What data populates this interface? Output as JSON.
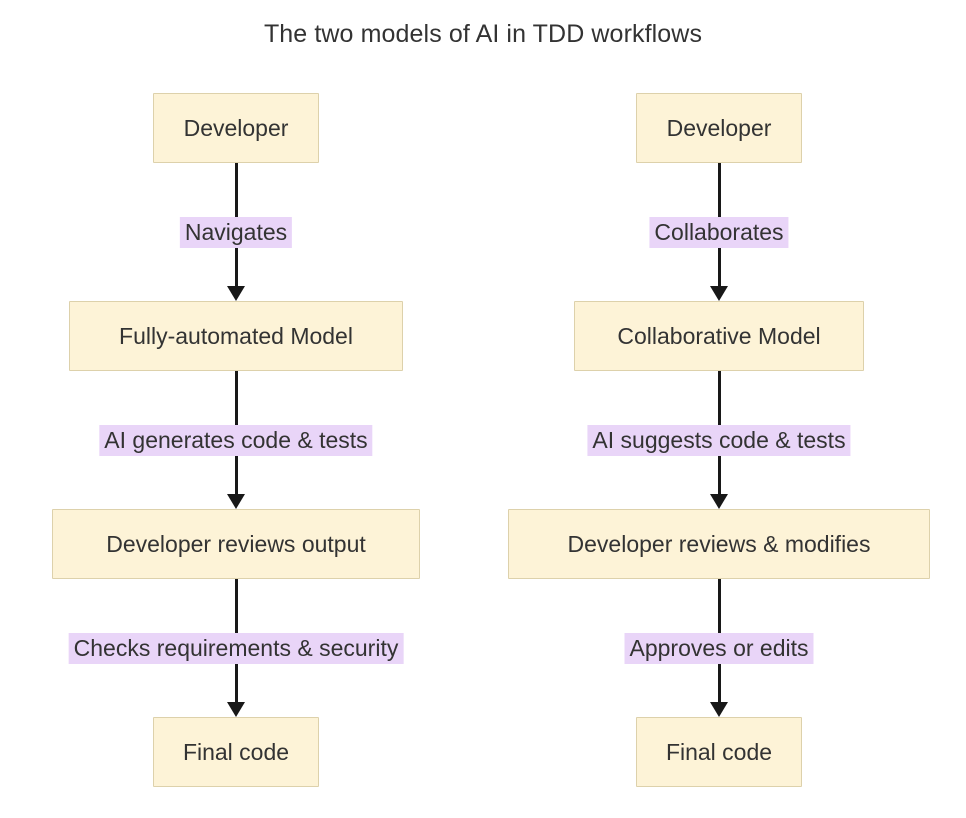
{
  "title": "The two models of AI in TDD workflows",
  "colors": {
    "background": "#ffffff",
    "node_fill": "#fdf3d7",
    "node_border": "#ddd1ab",
    "node_text": "#333333",
    "edge_label_background": "#e9d5f8",
    "edge_label_text": "#333333",
    "arrow": "#181818",
    "title_text": "#333333"
  },
  "flows": [
    {
      "id": "fully-automated",
      "nodes": [
        {
          "id": "dev-a",
          "label": "Developer"
        },
        {
          "id": "model-a",
          "label": "Fully-automated Model"
        },
        {
          "id": "review-a",
          "label": "Developer reviews output"
        },
        {
          "id": "final-a",
          "label": "Final code"
        }
      ],
      "edges": [
        {
          "from": "dev-a",
          "to": "model-a",
          "label": "Navigates"
        },
        {
          "from": "model-a",
          "to": "review-a",
          "label": "AI generates code & tests"
        },
        {
          "from": "review-a",
          "to": "final-a",
          "label": "Checks requirements & security"
        }
      ]
    },
    {
      "id": "collaborative",
      "nodes": [
        {
          "id": "dev-b",
          "label": "Developer"
        },
        {
          "id": "model-b",
          "label": "Collaborative Model"
        },
        {
          "id": "review-b",
          "label": "Developer reviews & modifies"
        },
        {
          "id": "final-b",
          "label": "Final code"
        }
      ],
      "edges": [
        {
          "from": "dev-b",
          "to": "model-b",
          "label": "Collaborates"
        },
        {
          "from": "model-b",
          "to": "review-b",
          "label": "AI suggests code & tests"
        },
        {
          "from": "review-b",
          "to": "final-b",
          "label": "Approves or edits"
        }
      ]
    }
  ]
}
